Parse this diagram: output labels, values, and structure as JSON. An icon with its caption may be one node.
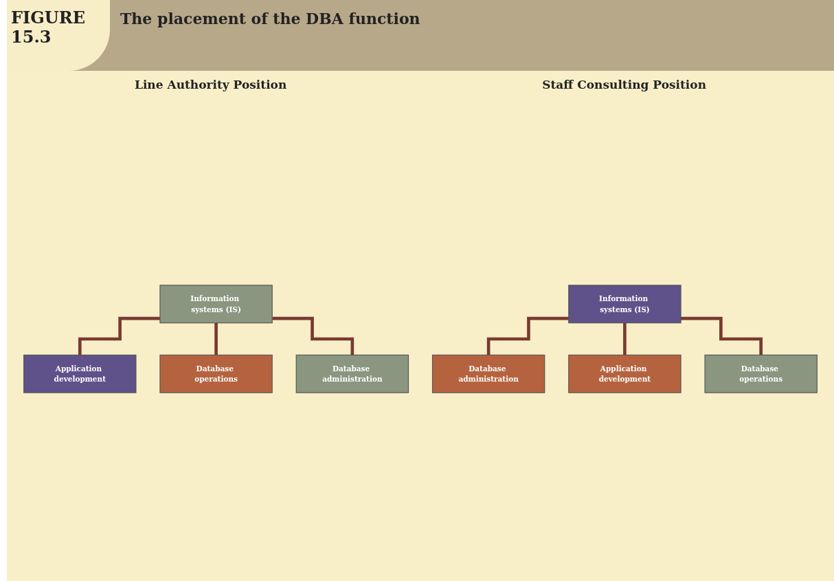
{
  "diagram": {
    "title": "The placement of the DBA function",
    "nodes": [
      {
        "text": [
          "Information systems (IS)"
        ]
      },
      {
        "text": [
          "Application development"
        ]
      },
      {
        "text": [
          "Database operations"
        ]
      },
      {
        "text": [
          "Database administration"
        ]
      },
      {
        "text": [
          "Information systems (IS)"
        ]
      },
      {
        "text": [
          "Database administration"
        ]
      },
      {
        "text": [
          "Application development"
        ]
      },
      {
        "text": [
          "Database operations"
        ]
      }
    ],
    "edges": [
      {
        "from": 0,
        "to": 1,
        "arrow": "none"
      },
      {
        "from": 0,
        "to": 2,
        "arrow": "none"
      },
      {
        "from": 0,
        "to": 3,
        "arrow": "none"
      },
      {
        "from": 4,
        "to": 5,
        "arrow": "none"
      },
      {
        "from": 4,
        "to": 6,
        "arrow": "none"
      },
      {
        "from": 4,
        "to": 7,
        "arrow": "none"
      }
    ],
    "labels": [
      "FIGURE 15.3",
      "Line Authority Position",
      "Staff Consulting Position"
    ]
  }
}
